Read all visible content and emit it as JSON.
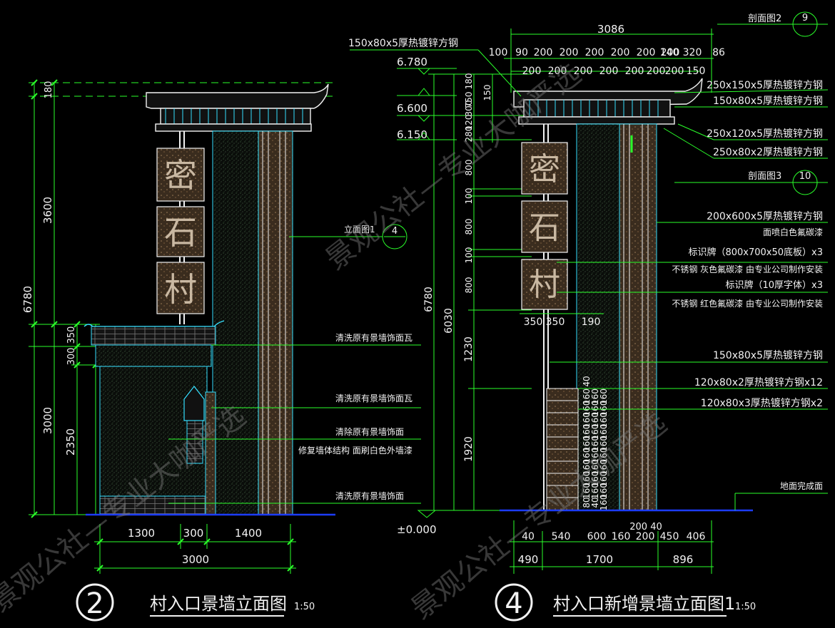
{
  "colors": {
    "background": "#000000",
    "dim": "#2aff2a",
    "line_white": "#f2f2f2",
    "cyan": "#35e0ff",
    "ground": "#1c3cff",
    "board": "#b69878",
    "watermark": "#7c7c7c"
  },
  "titles": {
    "left": {
      "number": "2",
      "text": "村入口景墙立面图",
      "scale": "1:50"
    },
    "right": {
      "number": "4",
      "text": "村入口新增景墙立面图1",
      "scale": "1:50"
    }
  },
  "sign_chars": [
    "密",
    "石",
    "村"
  ],
  "levels": {
    "l1": "6.780",
    "l2": "6.600",
    "l3": "6.150",
    "zero": "±0.000"
  },
  "left_dims": {
    "v_total": "6780",
    "v_a": "180",
    "v_b": "3600",
    "v_c": "3000",
    "v_d": "350",
    "v_e": "300",
    "v_f": "2350",
    "h1": "1300",
    "h2": "300",
    "h3": "1400",
    "h_total": "3000"
  },
  "right_dims": {
    "top_total": "3086",
    "row1": [
      "100",
      "90",
      "200",
      "200",
      "200",
      "200",
      "200",
      "200",
      "140",
      "320",
      "86"
    ],
    "row2": [
      "200",
      "200",
      "200",
      "200",
      "200",
      "200",
      "200",
      "150"
    ],
    "v_total": "6780",
    "v_sub": "6030",
    "v_chain": [
      "180",
      "150",
      "750",
      "300",
      "120",
      "280",
      "800",
      "100",
      "800",
      "100",
      "800",
      "1230",
      "1920"
    ],
    "mid_a": "350",
    "mid_b": "350",
    "mid_c": "190",
    "step_top": "40",
    "step_col1": [
      "80",
      "160",
      "160",
      "160",
      "160",
      "160",
      "160",
      "160",
      "160",
      "160"
    ],
    "step_col2": [
      "40",
      "160",
      "160",
      "160",
      "160",
      "160",
      "160",
      "160",
      "160",
      "160"
    ],
    "step_col3": [
      "160",
      "160",
      "160",
      "160",
      "160",
      "160",
      "160",
      "160",
      "160",
      "160"
    ],
    "b1": [
      "40",
      "540",
      "600",
      "160",
      "200",
      "450",
      "406"
    ],
    "b_small": "200 40",
    "b2": [
      "490",
      "1700",
      "896"
    ]
  },
  "callouts": {
    "section2": "剖面图2",
    "section2_num": "9",
    "section3": "剖面图3",
    "section3_num": "10",
    "elev1": "立面图1",
    "elev1_num": "4",
    "steel_top": "150x80x5厚热镀锌方钢",
    "r1": "250x150x5厚热镀锌方钢",
    "r2": "150x80x5厚热镀锌方钢",
    "r3": "250x120x5厚热镀锌方钢",
    "r4": "250x80x2厚热镀锌方钢",
    "r5": "200x600x5厚热镀锌方钢",
    "r6": "面喷白色氟碳漆",
    "r7": "标识牌（800x700x50底板）x3",
    "r8": "不锈钢 灰色氟碳漆 由专业公司制作安装",
    "r9": "标识牌（10厚字体）x3",
    "r10": "不锈钢 红色氟碳漆 由专业公司制作安装",
    "r11": "150x80x5厚热镀锌方钢",
    "r12": "120x80x2厚热镀锌方钢x12",
    "r13": "120x80x3厚热镀锌方钢x2",
    "r14": "地面完成面",
    "l1": "清洗原有景墙饰面瓦",
    "l2": "清洗原有景墙饰面瓦",
    "l3": "清除原有景墙饰面",
    "l4": "修复墙体结构 面刷白色外墙漆",
    "l5": "清洗原有景墙饰面"
  },
  "watermark": "景观公社—专业大咖严选"
}
